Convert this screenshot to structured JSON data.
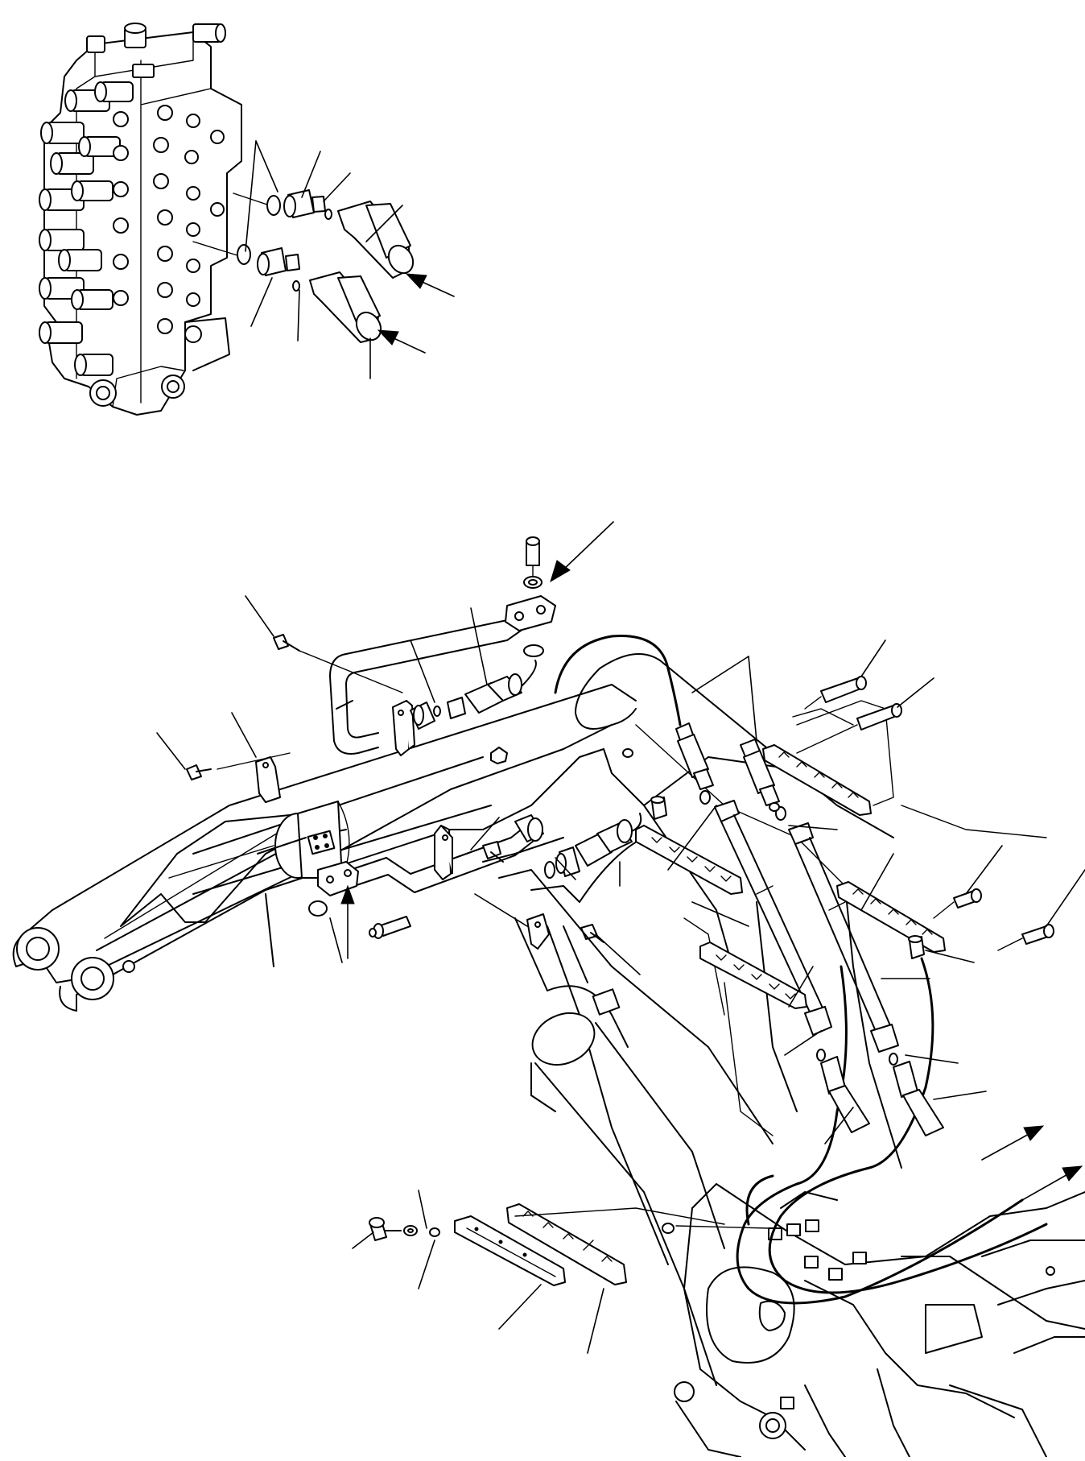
{
  "figure": {
    "type": "exploded-parts-diagram",
    "views": [
      "control-valve-detail",
      "boom-piping-assembly"
    ],
    "text_labels": []
  }
}
